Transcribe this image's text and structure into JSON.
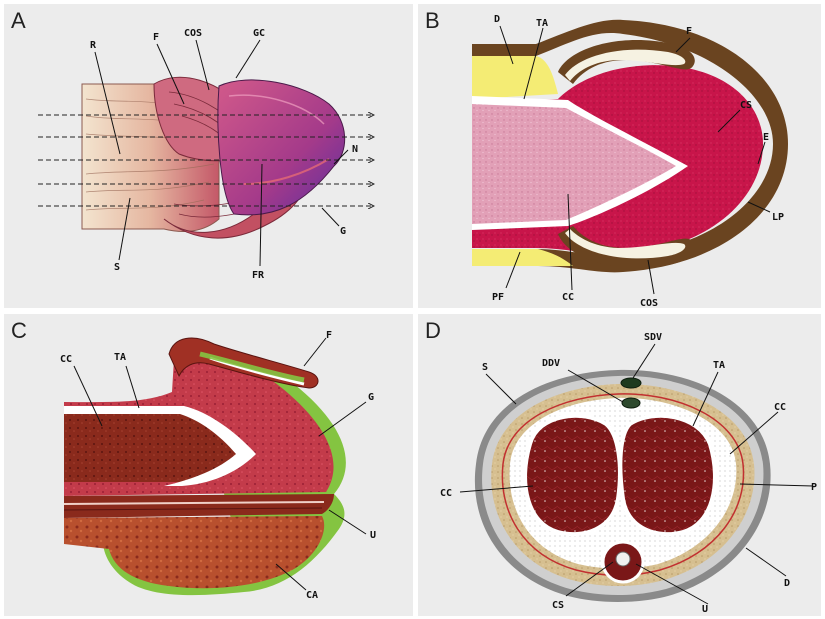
{
  "colors": {
    "panel_bg": "#ececec",
    "label_ink": "#111111",
    "corpus_spongiosum": "#c8154a",
    "corpus_cavernosum_b": "#e2a0b7",
    "tunica_white": "#ffffff",
    "fat_yellow": "#f4ec74",
    "fascia_brown": "#6a4420",
    "cc_tissue_dark": "#7a1718",
    "glans_tissue": "#c33b4a",
    "epithelium_green": "#84c441",
    "adipose_tan": "#d6bf90"
  },
  "panels": {
    "a": {
      "letter": "A",
      "labels": {
        "r": "R",
        "f": "F",
        "cos": "COS",
        "gc": "GC",
        "n": "N",
        "g": "G",
        "s": "S",
        "fr": "FR"
      }
    },
    "b": {
      "letter": "B",
      "labels": {
        "d": "D",
        "ta": "TA",
        "f": "F",
        "cs": "CS",
        "e": "E",
        "lp": "LP",
        "pf": "PF",
        "cc": "CC",
        "cos": "COS"
      }
    },
    "c": {
      "letter": "C",
      "labels": {
        "cc": "CC",
        "ta": "TA",
        "f": "F",
        "g": "G",
        "u": "U",
        "ca": "CA"
      }
    },
    "d": {
      "letter": "D",
      "labels": {
        "ddv": "DDV",
        "sdv": "SDV",
        "s": "S",
        "ta": "TA",
        "cc_right": "CC",
        "cc_left": "CC",
        "p": "P",
        "d": "D",
        "cs": "CS",
        "u": "U"
      }
    }
  }
}
